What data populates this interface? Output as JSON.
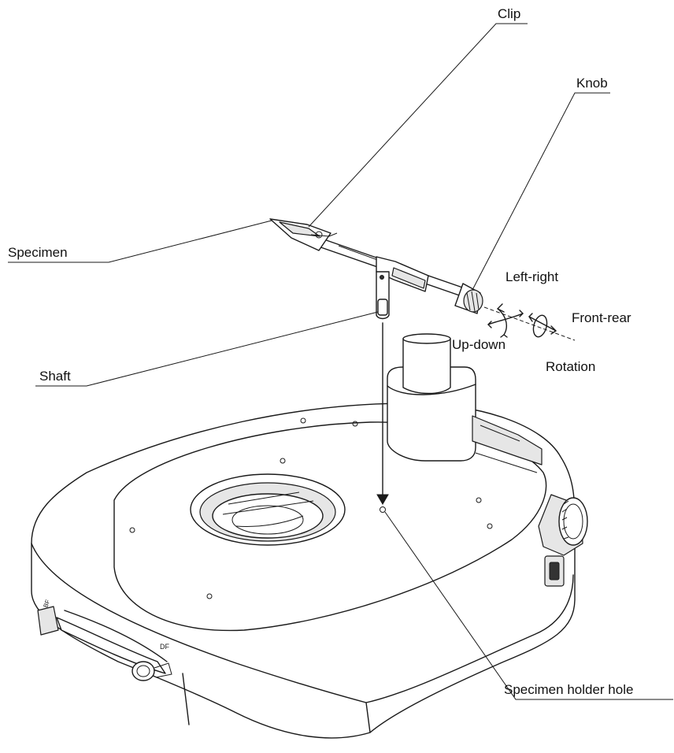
{
  "labels": {
    "clip": "Clip",
    "knob": "Knob",
    "specimen": "Specimen",
    "left_right": "Left-right",
    "front_rear": "Front-rear",
    "up_down": "Up-down",
    "rotation": "Rotation",
    "shaft": "Shaft",
    "holder_hole": "Specimen holder hole"
  },
  "stage_markings": {
    "bf": "BF",
    "df": "DF"
  },
  "colors": {
    "line": "#1a1a1a",
    "shade": "#e6e6e6"
  }
}
